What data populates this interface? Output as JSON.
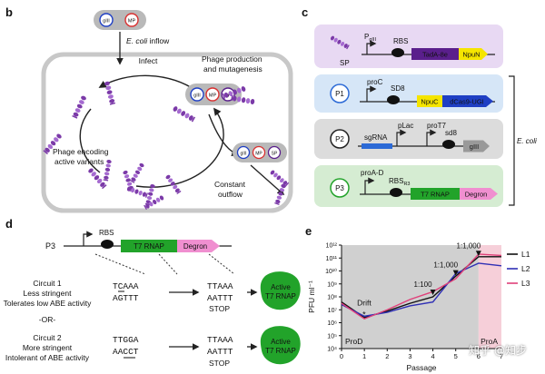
{
  "panels": {
    "b": "b",
    "c": "c",
    "d": "d",
    "e": "e"
  },
  "panel_b": {
    "ecoli_inflow_1": "E. coli",
    "ecoli_inflow_2": "inflow",
    "infect": "Infect",
    "phage_production_1": "Phage production",
    "phage_production_2": "and mutagenesis",
    "phage_encoding_1": "Phage encoding",
    "phage_encoding_2": "active variants",
    "constant_1": "Constant",
    "constant_2": "outflow",
    "host_labels": [
      "gIII",
      "MP"
    ],
    "host_labels_full": [
      "gIII",
      "MP",
      "SP"
    ]
  },
  "panel_c": {
    "sp": {
      "tag": "SP",
      "promoter": "P",
      "promoter_sub": "gIII",
      "rbs": "RBS",
      "gene1": "TadA-8e",
      "gene2": "NpuN"
    },
    "p1": {
      "tag": "P1",
      "promoter": "proC",
      "rbs": "SD8",
      "gene1": "NpuC",
      "gene2": "dCas9-UGI"
    },
    "p2": {
      "tag": "P2",
      "sgrna": "sgRNA",
      "plac": "pLac",
      "prot7": "proT7",
      "sd8": "sd8",
      "gene": "gIII"
    },
    "p3": {
      "tag": "P3",
      "promoter": "proA-D",
      "rbs": "RBS",
      "rbs_sub": "R3",
      "gene1": "T7 RNAP",
      "gene2": "Degron"
    },
    "ecoli": "E. coli"
  },
  "panel_d": {
    "p3": "P3",
    "rbs": "RBS",
    "gene1": "T7 RNAP",
    "gene2": "Degron",
    "circuit1": [
      "Circuit 1",
      "Less stringent",
      "Tolerates low ABE activity"
    ],
    "circuit2": [
      "Circuit 2",
      "More stringent",
      "Intolerant of ABE activity"
    ],
    "or": "-OR-",
    "c1_in": [
      "TCAAA",
      "AGTTT"
    ],
    "c1_out": [
      "TTAAA",
      "AATTT"
    ],
    "c2_in": [
      "TTGGA",
      "AACCT"
    ],
    "c2_out": [
      "TTAAA",
      "AATTT"
    ],
    "stop": "STOP",
    "active": [
      "Active",
      "T7 RNAP"
    ]
  },
  "colors": {
    "sp_box": "#e8d9f3",
    "p1_box": "#d6e6f7",
    "p2_box": "#dcdcdc",
    "p3_box": "#d5ecd2",
    "tada": "#5a1f8c",
    "npun": "#f5e500",
    "npuc": "#f5e500",
    "dcas9": "#1f3fc4",
    "t7": "#22a32a",
    "degron": "#f08fd0",
    "giii": "#999999",
    "sgrna": "#2c6ad6",
    "proa_band": "#f6cfd9",
    "prod_band": "#d0d0d0",
    "phage": "#7b3aa8"
  },
  "chart_data": {
    "type": "line",
    "xlabel": "Passage",
    "ylabel": "PFU ml⁻¹",
    "x": [
      0,
      1,
      2,
      3,
      4,
      5,
      6,
      7
    ],
    "xlim": [
      0,
      7
    ],
    "ylim": [
      4,
      12
    ],
    "y_log10": true,
    "yticks": [
      "10⁴",
      "10⁵",
      "10⁶",
      "10⁷",
      "10⁸",
      "10⁹",
      "10¹⁰",
      "10¹¹",
      "10¹²"
    ],
    "series": [
      {
        "name": "L1",
        "color": "#111111",
        "values": [
          7.6,
          6.4,
          6.9,
          7.5,
          8.0,
          9.6,
          11.1,
          11.1
        ]
      },
      {
        "name": "L2",
        "color": "#2f2fb5",
        "values": [
          7.4,
          6.5,
          6.8,
          7.3,
          7.6,
          9.8,
          10.6,
          10.4
        ]
      },
      {
        "name": "L3",
        "color": "#e0407a",
        "values": [
          7.5,
          6.3,
          7.0,
          7.8,
          8.4,
          9.4,
          11.3,
          11.2
        ]
      }
    ],
    "regions": [
      {
        "label": "ProD",
        "x": [
          0,
          6
        ],
        "color": "#d0d0d0"
      },
      {
        "label": "ProA",
        "x": [
          6,
          7
        ],
        "color": "#f6cfd9"
      }
    ],
    "annotations": [
      {
        "text": "Drift",
        "x": 1,
        "y": 6.5
      },
      {
        "text": "1:100",
        "x": 4,
        "y": 8.0
      },
      {
        "text": "1:1,000",
        "x": 5,
        "y": 9.5
      },
      {
        "text": "1:1,000",
        "x": 6,
        "y": 11.0
      }
    ],
    "legend_placement": "right"
  },
  "watermark": "知乎 @知步"
}
